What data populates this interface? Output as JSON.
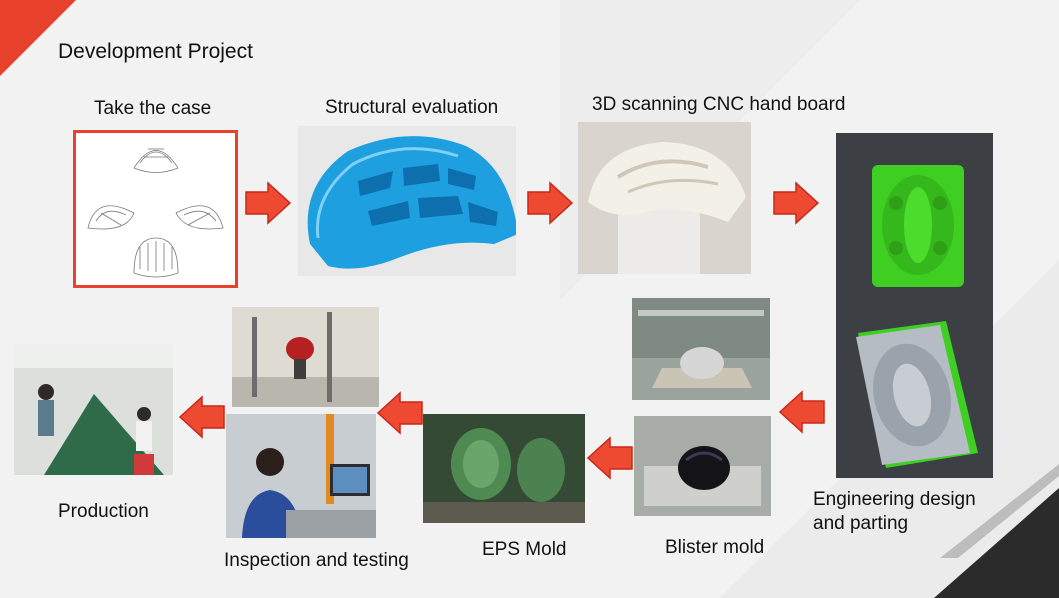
{
  "title": "Development Project",
  "steps": {
    "take_case": "Take the case",
    "structural": "Structural evaluation",
    "scanning": "3D scanning CNC hand board",
    "engineering_line1": "Engineering design",
    "engineering_line2": "and parting",
    "blister": "Blister mold",
    "eps": "EPS Mold",
    "inspection": "Inspection and testing",
    "production": "Production"
  },
  "colors": {
    "accent_red": "#e8412c",
    "arrow_fill": "#ee4a32",
    "arrow_stroke": "#c9281a",
    "helmet_blue": "#1e9fe0",
    "mold_green": "#3fcf22",
    "dark_corner": "#2b2b2b"
  },
  "icons": [
    "arrow-right-icon",
    "arrow-left-icon"
  ]
}
